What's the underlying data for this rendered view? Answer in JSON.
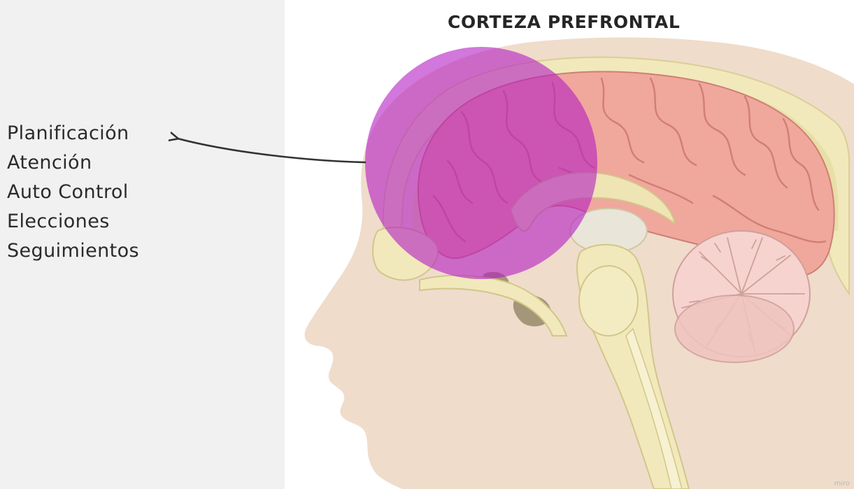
{
  "title": "CORTEZA PREFRONTAL",
  "functions": [
    "Planificación",
    "Atención",
    "Auto Control",
    "Elecciones",
    "Seguimientos"
  ],
  "watermark": "miro",
  "colors": {
    "left_panel": "#f1f1f1",
    "head_skin": "#efdccb",
    "skull_bone": "#f1e9bb",
    "cerebrum": "#f0a79c",
    "cerebellum": "#f6d3cf",
    "highlight_overlay": "#b41dc3",
    "arrow": "#333333",
    "text": "#2b2b2b"
  }
}
